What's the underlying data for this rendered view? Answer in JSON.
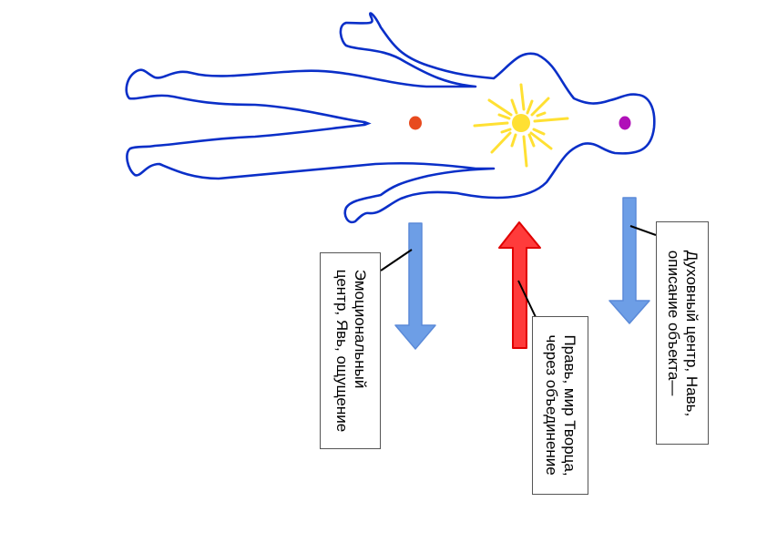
{
  "diagram": {
    "title": "",
    "colors": {
      "body_outline": "#0a2fc8",
      "head_dot": "#b010b8",
      "belly_dot": "#e84a1e",
      "sun": "#ffe033",
      "down_arrow": "#6d9ee6",
      "up_arrow": "#ff2a2a"
    },
    "centers": [
      {
        "id": "spiritual",
        "text": "Духовный центр, Навь,\nописание объекта—",
        "direction": "down"
      },
      {
        "id": "prav",
        "text": "Правь, мир Творца,\nчерез объединение",
        "direction": "up"
      },
      {
        "id": "emotional",
        "text": "Эмоциональный\nцентр, Явь, ощущение",
        "direction": "down"
      }
    ]
  }
}
